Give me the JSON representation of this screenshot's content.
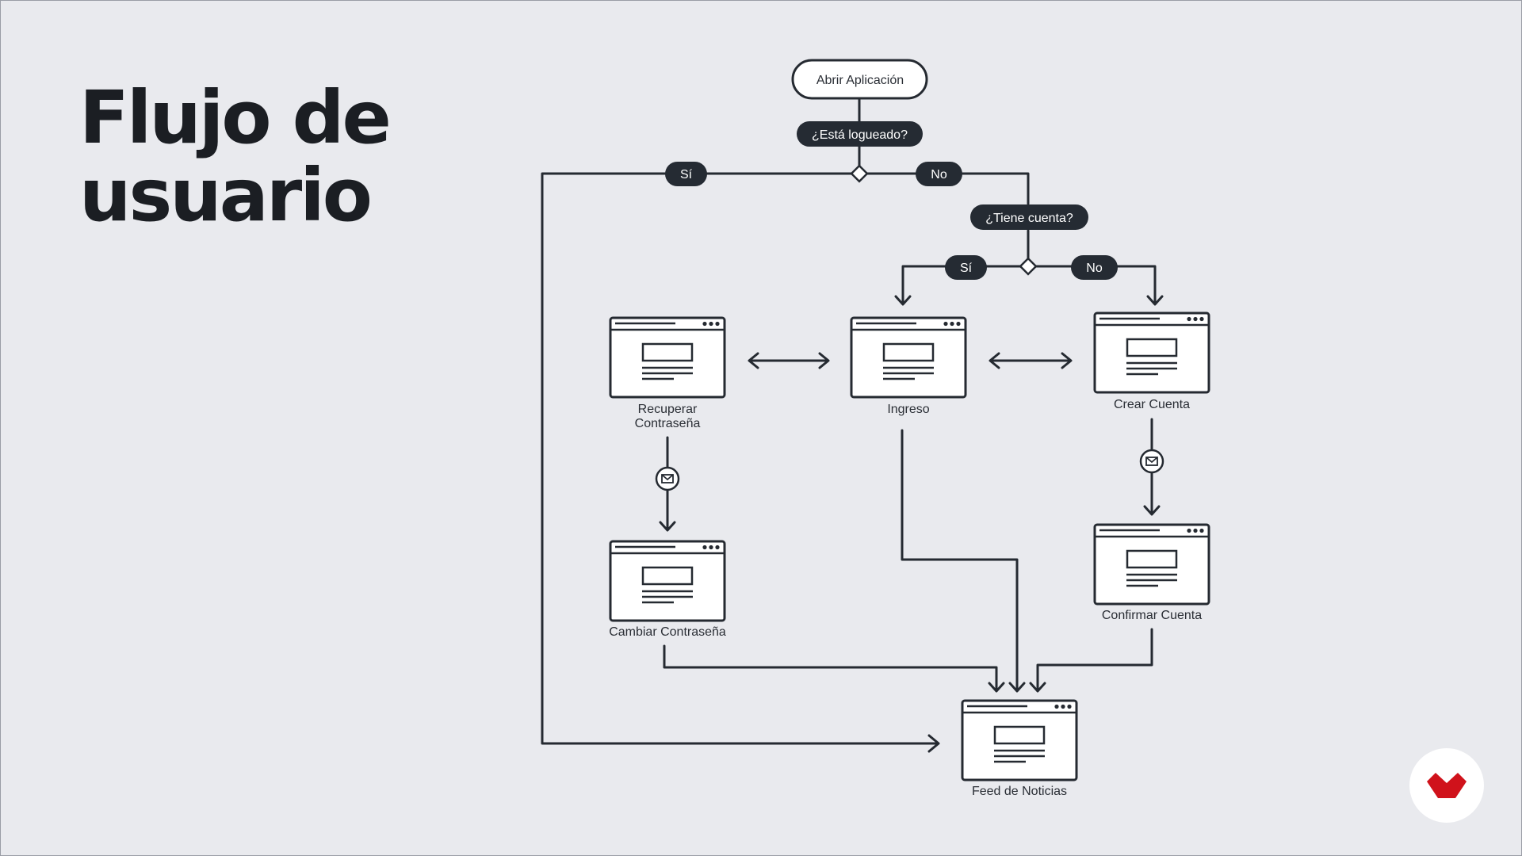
{
  "title": {
    "line1": "Flujo de",
    "line2": "usuario"
  },
  "flow": {
    "start": "Abrir Aplicación",
    "question_logged": "¿Está logueado?",
    "yes_logged": "Sí",
    "no_logged": "No",
    "question_account": "¿Tiene cuenta?",
    "yes_account": "Sí",
    "no_account": "No"
  },
  "screens": {
    "recover": {
      "line1": "Recuperar",
      "line2": "Contraseña"
    },
    "login": "Ingreso",
    "create": "Crear Cuenta",
    "change": "Cambiar Contraseña",
    "confirm": "Confirmar Cuenta",
    "feed": "Feed de Noticias"
  },
  "icons": {
    "email": "envelope-icon",
    "logo": "brand-logo-icon"
  },
  "colors": {
    "background": "#e9eaee",
    "ink": "#252a31",
    "pill": "#252b33",
    "logo_red": "#d0121b"
  }
}
